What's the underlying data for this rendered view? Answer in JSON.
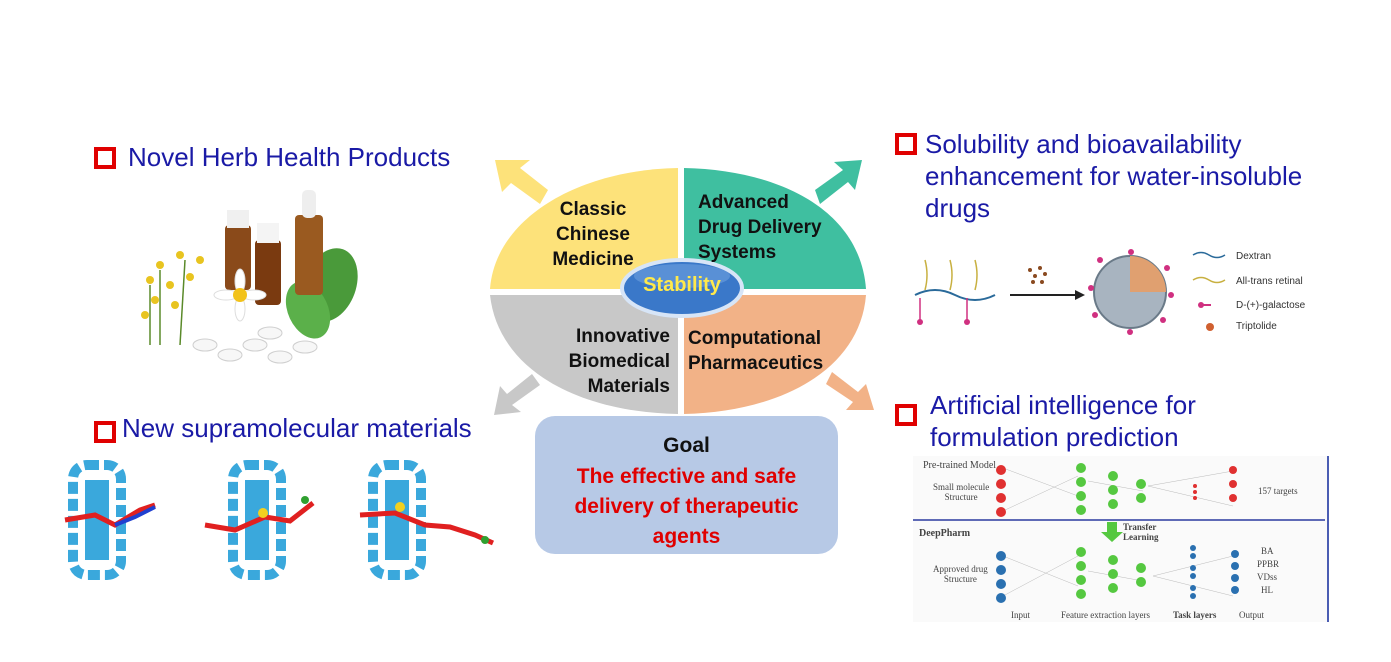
{
  "center": {
    "label": "Stability",
    "quadrants": {
      "top_left": [
        "Classic",
        "Chinese",
        "Medicine"
      ],
      "top_right": [
        "Advanced",
        "Drug Delivery",
        "Systems"
      ],
      "bottom_left": [
        "Innovative",
        "Biomedical",
        "Materials"
      ],
      "bottom_right": [
        "Computational",
        "Pharmaceutics"
      ]
    },
    "colors": {
      "top_left": "#fde27a",
      "top_right": "#3fbfa0",
      "bottom_left": "#c8c8c8",
      "bottom_right": "#f2b287",
      "stability": "#3a78c9"
    }
  },
  "goal": {
    "title": "Goal",
    "text": "The effective and safe delivery of therapeutic agents"
  },
  "sections": {
    "herb": {
      "title": "Novel Herb Health Products"
    },
    "supramolecular": {
      "title": "New supramolecular materials"
    },
    "solubility": {
      "title": [
        "Solubility and bioavailability",
        "enhancement for water-insoluble",
        "drugs"
      ]
    },
    "ai": {
      "title": [
        "Artificial intelligence for",
        "formulation prediction"
      ]
    }
  },
  "nanoparticle_legend": [
    "Dextran",
    "All-trans retinal",
    "D-(+)-galactose",
    "Triptolide"
  ],
  "ai_diagram": {
    "pretrained_label": "Pre-trained Model",
    "small_molecule": [
      "Small molecule",
      "Structure"
    ],
    "targets": "157 targets",
    "transfer": [
      "Transfer",
      "Learning"
    ],
    "deeppharm": "DeepPharm",
    "approved": [
      "Approved drug",
      "Structure"
    ],
    "outputs": [
      "BA",
      "PPBR",
      "VDss",
      "HL"
    ],
    "footer": [
      "Input",
      "Feature extraction layers",
      "Task layers",
      "Output"
    ]
  }
}
